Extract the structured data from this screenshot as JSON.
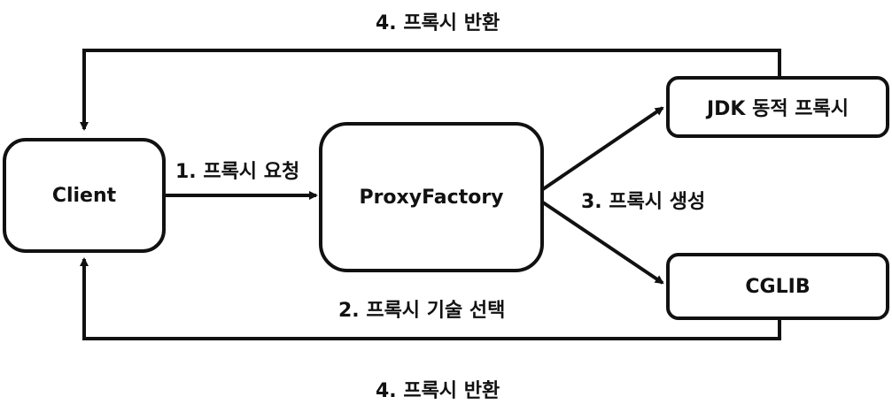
{
  "nodes": {
    "client": "Client",
    "proxy_factory": "ProxyFactory",
    "jdk_proxy": "JDK 동적 프록시",
    "cglib": "CGLIB"
  },
  "labels": {
    "return_top": "4. 프록시 반환",
    "request": "1. 프록시 요청",
    "create": "3. 프록시 생성",
    "select": "2. 프록시 기술 선택",
    "return_bottom": "4. 프록시 반환"
  }
}
